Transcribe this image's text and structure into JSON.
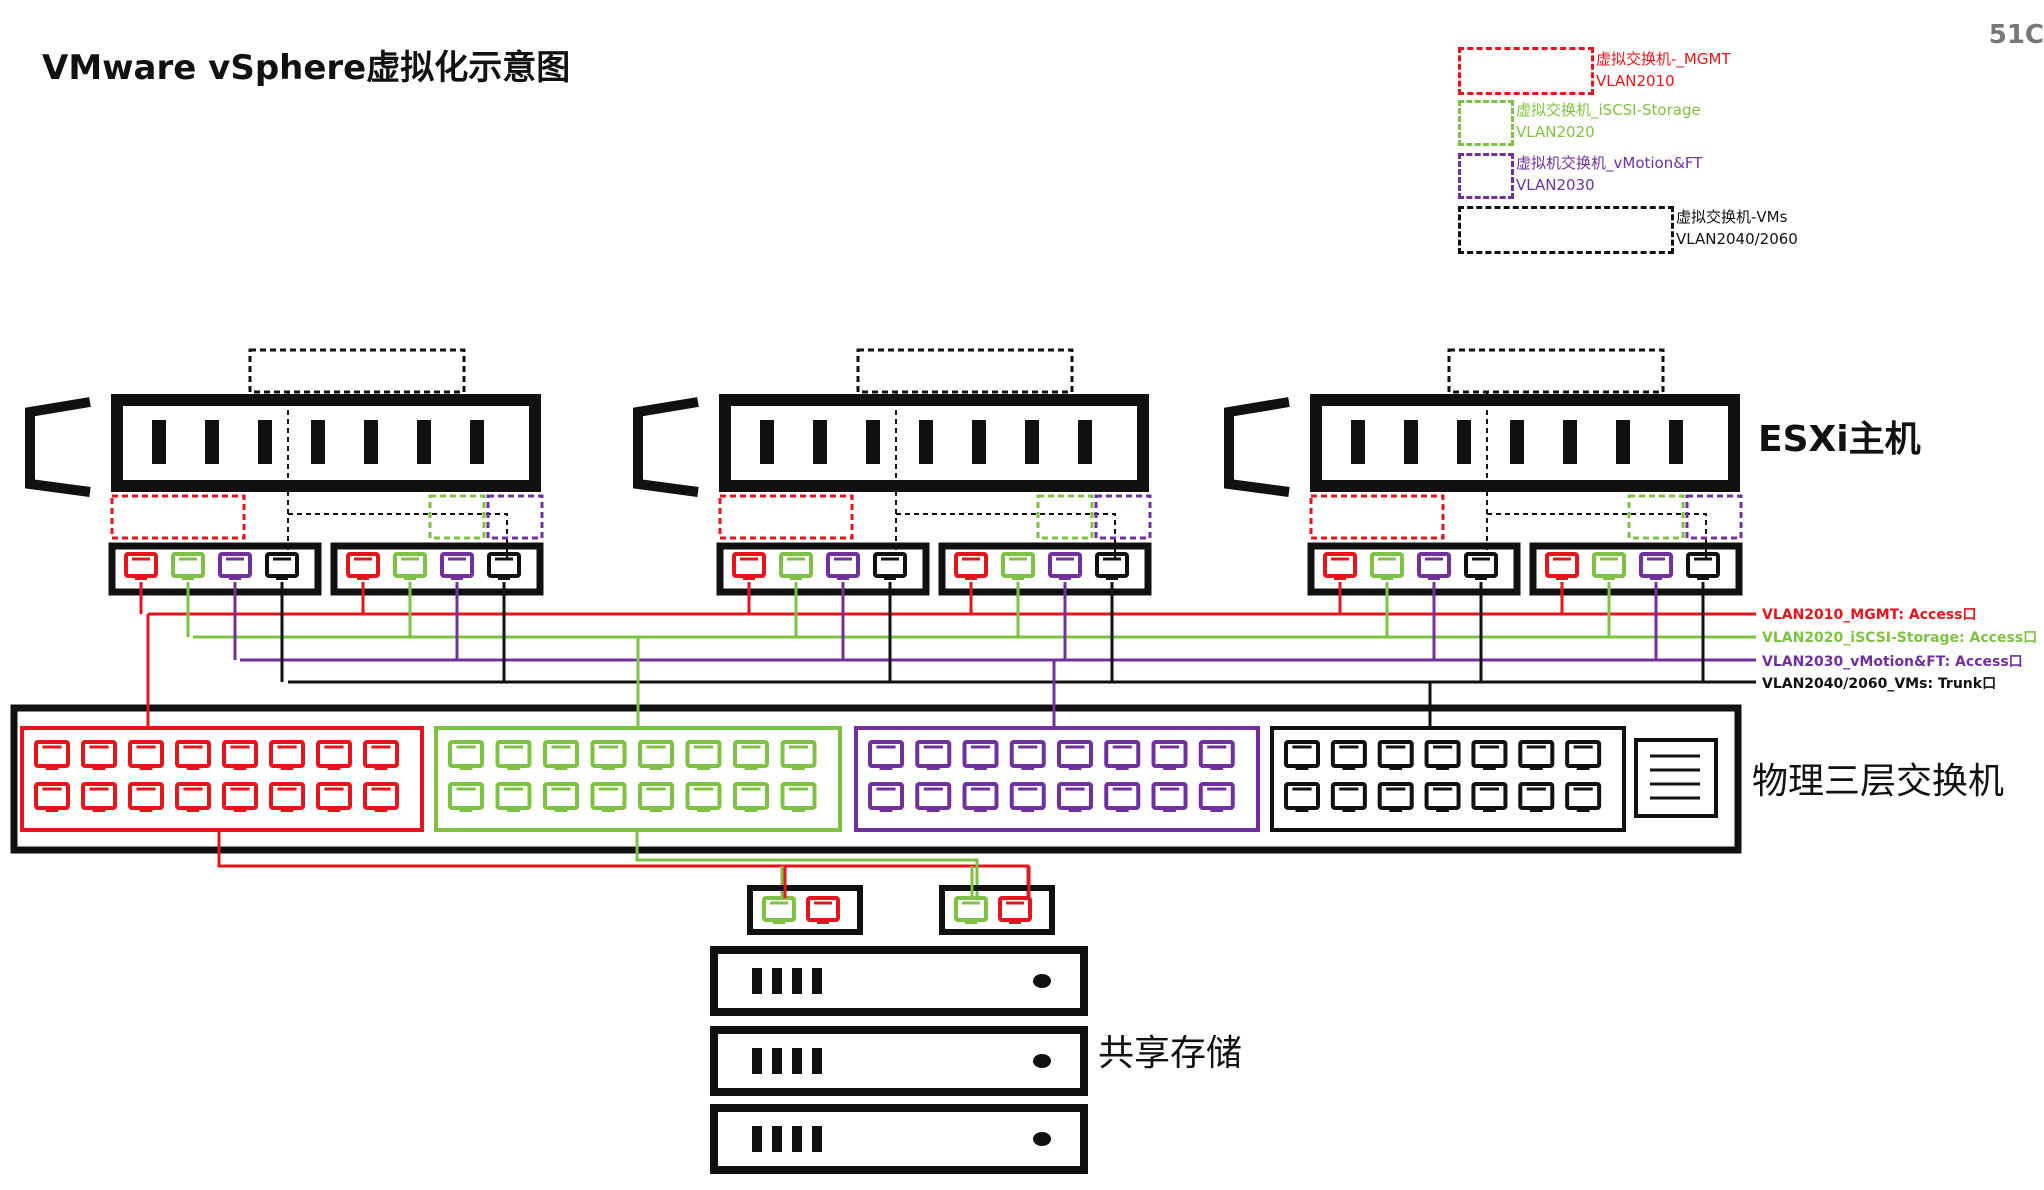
{
  "title": "VMware vSphere虚拟化示意图",
  "page_number": "51C",
  "legend": [
    {
      "name": "虚拟交换机-_MGMT",
      "vlan": "VLAN2010",
      "color": "#e8141b"
    },
    {
      "name": "虚拟交换机_iSCSI-Storage",
      "vlan": "VLAN2020",
      "color": "#7dc242"
    },
    {
      "name": "虚拟机交换机_vMotion&FT",
      "vlan": "VLAN2030",
      "color": "#7030a0"
    },
    {
      "name": "虚拟交换机-VMs",
      "vlan": "VLAN2040/2060",
      "color": "#111111"
    }
  ],
  "labels": {
    "esxi": "ESXi主机",
    "switch": "物理三层交换机",
    "storage": "共享存储"
  },
  "vlan_lines": [
    {
      "text": "VLAN2010_MGMT: Access口",
      "color": "#e8141b"
    },
    {
      "text": "VLAN2020_iSCSI-Storage: Access口",
      "color": "#7dc242"
    },
    {
      "text": "VLAN2030_vMotion&FT: Access口",
      "color": "#7030a0"
    },
    {
      "text": "VLAN2040/2060_VMs: Trunk口",
      "color": "#111111"
    }
  ],
  "hosts_count": 3,
  "switch_groups": [
    {
      "color": "#e8141b"
    },
    {
      "color": "#7dc242"
    },
    {
      "color": "#7030a0"
    },
    {
      "color": "#111111"
    }
  ]
}
